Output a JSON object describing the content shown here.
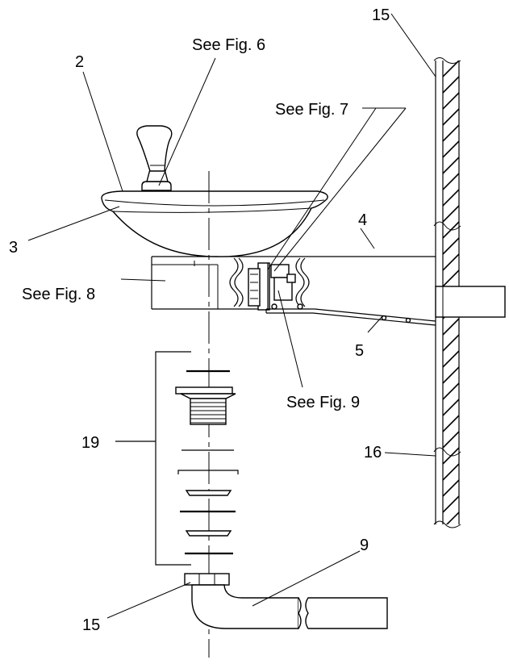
{
  "labels": {
    "part_2": "2",
    "see_fig_6": "See Fig. 6",
    "part_15_top": "15",
    "see_fig_7": "See Fig. 7",
    "part_4": "4",
    "part_3": "3",
    "see_fig_8": "See Fig. 8",
    "see_fig_9": "See Fig. 9",
    "part_5": "5",
    "part_19": "19",
    "part_16": "16",
    "part_9": "9",
    "part_15_bottom": "15"
  }
}
